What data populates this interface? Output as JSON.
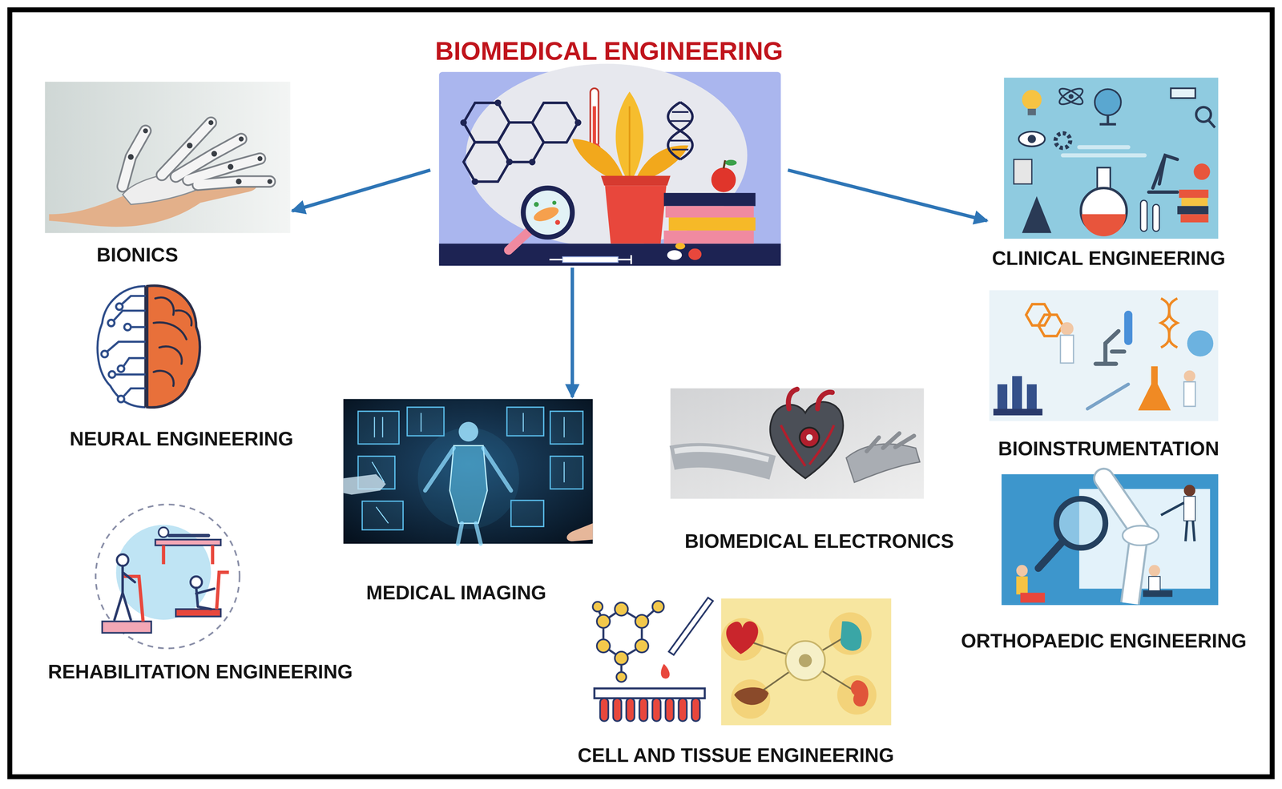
{
  "diagram": {
    "nodes": [
      {
        "text": [
          "BIOMEDICAL ENGINEERING"
        ]
      },
      {
        "text": [
          "BIONICS"
        ]
      },
      {
        "text": [
          "NEURAL ENGINEERING"
        ]
      },
      {
        "text": [
          "REHABILITATION ENGINEERING"
        ]
      },
      {
        "text": [
          "MEDICAL IMAGING"
        ]
      },
      {
        "text": [
          "BIOMEDICAL ELECTRONICS"
        ]
      },
      {
        "text": [
          "CELL AND TISSUE ENGINEERING"
        ]
      },
      {
        "text": [
          "CLINICAL ENGINEERING"
        ]
      },
      {
        "text": [
          "BIOINSTRUMENTATION"
        ]
      },
      {
        "text": [
          "ORTHOPAEDIC ENGINEERING"
        ]
      }
    ],
    "edges": [
      {
        "from": 0,
        "to": 1,
        "arrow": "to"
      },
      {
        "from": 0,
        "to": 4,
        "arrow": "to"
      },
      {
        "from": 0,
        "to": 7,
        "arrow": "to"
      }
    ]
  }
}
